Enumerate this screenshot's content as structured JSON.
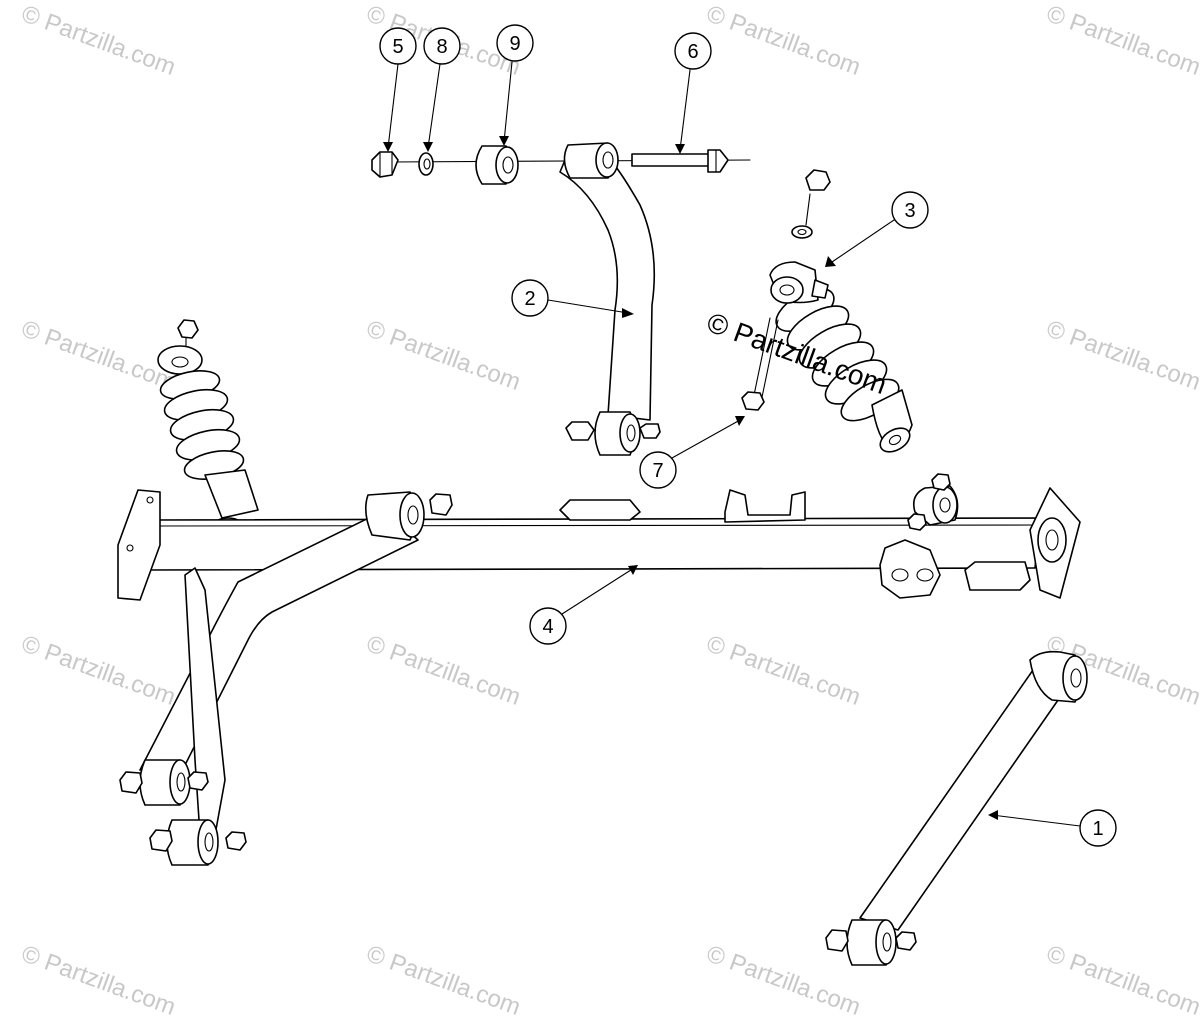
{
  "watermark_text": "© Partzilla.com",
  "center_watermark_text": "© Partzilla.com",
  "callouts": [
    {
      "num": "5",
      "part": "nut"
    },
    {
      "num": "8",
      "part": "washer"
    },
    {
      "num": "9",
      "part": "bushing"
    },
    {
      "num": "6",
      "part": "bolt"
    },
    {
      "num": "3",
      "part": "shock-absorber"
    },
    {
      "num": "2",
      "part": "upper-control-arm"
    },
    {
      "num": "7",
      "part": "shock-bolt"
    },
    {
      "num": "4",
      "part": "frame-crossmember"
    },
    {
      "num": "1",
      "part": "lower-control-arm"
    }
  ]
}
